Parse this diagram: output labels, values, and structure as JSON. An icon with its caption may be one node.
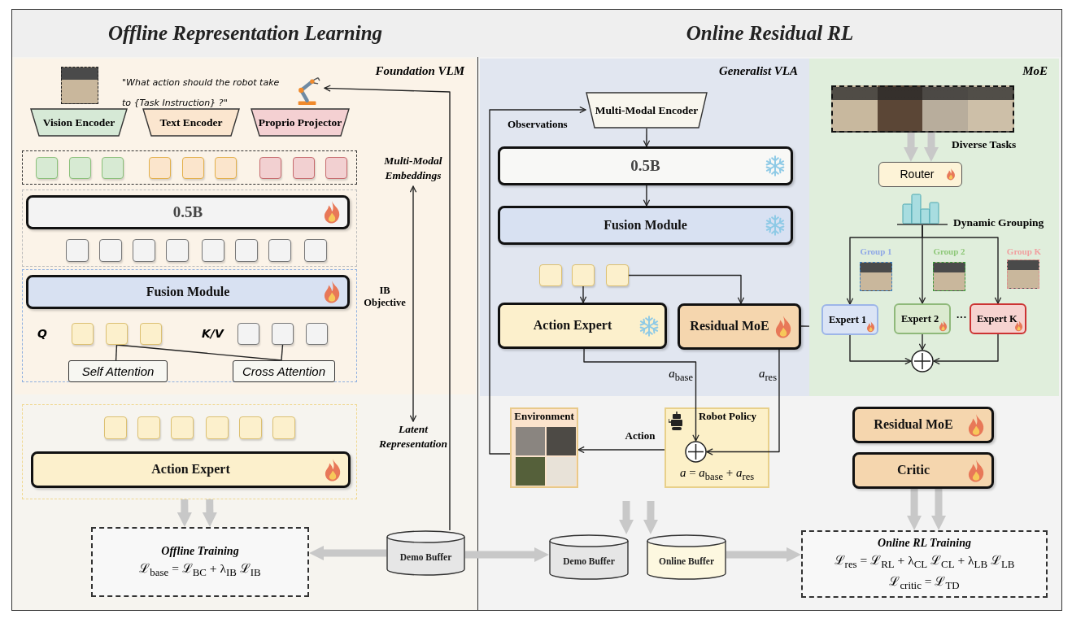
{
  "diagram": {
    "nodes": [
      {
        "text": [
          "Offline Representation Learning"
        ]
      },
      {
        "text": [
          "Foundation VLM"
        ],
        "in": 0
      },
      {
        "text": [],
        "shape": "picture",
        "in": 1
      },
      {
        "text": [
          "Vision Encoder"
        ],
        "in": 1
      },
      {
        "text": [
          "Text Encoder"
        ],
        "in": 1
      },
      {
        "text": [
          "Proprio Projector"
        ],
        "in": 1
      },
      {
        "text": [],
        "shape": "box",
        "in": 1
      },
      {
        "text": [
          "Multi-Modal Embeddings"
        ],
        "in": 1
      },
      {
        "text": [],
        "shape": "box",
        "in": 1
      },
      {
        "text": [
          "0.5B"
        ],
        "in": 8
      },
      {
        "text": [],
        "shape": "box",
        "in": 1
      },
      {
        "text": [
          "Fusion Module"
        ],
        "in": 10
      },
      {
        "text": [],
        "shape": "box",
        "in": 10
      },
      {
        "text": [],
        "shape": "box",
        "in": 10
      },
      {
        "text": [],
        "shape": "box",
        "in": 10
      },
      {
        "text": [],
        "shape": "box",
        "in": 10
      },
      {
        "text": [],
        "shape": "box",
        "in": 10
      },
      {
        "text": [],
        "shape": "box",
        "in": 10
      },
      {
        "text": [
          "Self Attention"
        ],
        "in": 10
      },
      {
        "text": [
          "Cross Attention"
        ],
        "in": 10
      },
      {
        "text": [],
        "shape": "box",
        "in": 0
      },
      {
        "text": [
          "Action Expert"
        ],
        "in": 20
      },
      {
        "text": [
          "Latent Representation"
        ],
        "in": 0
      },
      {
        "text": [
          "Offline Training",
          "ℒ$_{base}$ = ℒ$_{BC}$ + λ$_{IB}$ ℒ$_{IB}$"
        ],
        "in": 0
      },
      {
        "text": [
          "Demo Buffer"
        ],
        "in": 0
      },
      {
        "text": [
          "Online Residual RL"
        ]
      },
      {
        "text": [
          "Generalist VLA"
        ],
        "in": 25
      },
      {
        "text": [
          "Multi-Modal Encoder"
        ],
        "in": 26
      },
      {
        "text": [
          "0.5B"
        ],
        "in": 26
      },
      {
        "text": [
          "Fusion Module"
        ],
        "in": 26
      },
      {
        "text": [],
        "shape": "box",
        "in": 26
      },
      {
        "text": [],
        "shape": "box",
        "in": 26
      },
      {
        "text": [],
        "shape": "box",
        "in": 26
      },
      {
        "text": [
          "Action Expert"
        ],
        "in": 26
      },
      {
        "text": [
          "Residual MoE"
        ],
        "in": 26
      },
      {
        "text": [
          "MoE"
        ],
        "in": 25
      },
      {
        "text": [],
        "shape": "picture",
        "in": 35,
        "beside": [
          "Diverse Tasks"
        ]
      },
      {
        "text": [
          "Router"
        ],
        "in": 35
      },
      {
        "text": [],
        "shape": "picture",
        "in": 35,
        "beside": [
          "Dynamic Grouping"
        ]
      },
      {
        "text": [
          "Expert 1"
        ],
        "in": 35
      },
      {
        "text": [
          "Expert 2"
        ],
        "in": 35
      },
      {
        "text": [
          "Expert K"
        ],
        "in": 35
      },
      {
        "text": [],
        "shape": "circle",
        "in": 35
      },
      {
        "text": [
          "Environment"
        ],
        "in": 25
      },
      {
        "text": [
          "Robot Policy",
          "*a* = *a*$_{base}$ + *a*$_{res}$"
        ],
        "in": 25
      },
      {
        "text": [],
        "shape": "circle",
        "in": 44
      },
      {
        "text": [
          "Demo Buffer"
        ],
        "in": 25
      },
      {
        "text": [
          "Online Buffer"
        ],
        "in": 25
      },
      {
        "text": [
          "Residual MoE"
        ],
        "in": 25
      },
      {
        "text": [
          "Critic"
        ],
        "in": 25
      },
      {
        "text": [
          "Online RL Training",
          "ℒ$_{res}$ = ℒ$_{RL}$ + λ$_{CL}$ ℒ$_{CL}$ + λ$_{LB}$ ℒ$_{LB}$",
          "ℒ$_{critic}$ = ℒ$_{TD}$"
        ],
        "in": 25
      },
      {
        "text": [],
        "shape": "box",
        "in": 6
      },
      {
        "text": [],
        "shape": "box",
        "in": 6
      },
      {
        "text": [],
        "shape": "box",
        "in": 6
      },
      {
        "text": [],
        "shape": "box",
        "in": 6
      },
      {
        "text": [],
        "shape": "box",
        "in": 6
      },
      {
        "text": [],
        "shape": "box",
        "in": 6
      },
      {
        "text": [],
        "shape": "box",
        "in": 6
      },
      {
        "text": [],
        "shape": "box",
        "in": 6
      },
      {
        "text": [],
        "shape": "box",
        "in": 6
      },
      {
        "text": [],
        "shape": "box",
        "in": 8
      },
      {
        "text": [],
        "shape": "box",
        "in": 8
      },
      {
        "text": [],
        "shape": "box",
        "in": 8
      },
      {
        "text": [],
        "shape": "box",
        "in": 8
      },
      {
        "text": [],
        "shape": "box",
        "in": 8
      },
      {
        "text": [],
        "shape": "box",
        "in": 8
      },
      {
        "text": [],
        "shape": "box",
        "in": 8
      },
      {
        "text": [],
        "shape": "box",
        "in": 8
      },
      {
        "text": [],
        "shape": "box",
        "in": 20
      },
      {
        "text": [],
        "shape": "box",
        "in": 20
      },
      {
        "text": [],
        "shape": "box",
        "in": 20
      },
      {
        "text": [],
        "shape": "box",
        "in": 20
      },
      {
        "text": [],
        "shape": "box",
        "in": 20
      },
      {
        "text": [],
        "shape": "box",
        "in": 20
      }
    ],
    "edges": [
      {
        "from": 7,
        "to": 22,
        "arrow": "both",
        "label": "IB Objective"
      },
      {
        "from": 24,
        "to": 2,
        "arrow": "to"
      },
      {
        "from": 13,
        "to": 18,
        "arrow": "none"
      },
      {
        "from": 13,
        "to": 19,
        "arrow": "none"
      },
      {
        "from": 16,
        "to": 19,
        "arrow": "none"
      },
      {
        "from": 20,
        "to": 23,
        "arrow": "to",
        "style": "thick",
        "color": "#c8c8c8"
      },
      {
        "from": 20,
        "to": 23,
        "arrow": "to",
        "style": "thick",
        "color": "#c8c8c8"
      },
      {
        "from": 24,
        "to": 23,
        "arrow": "to",
        "style": "thick",
        "color": "#c8c8c8"
      },
      {
        "from": 24,
        "to": 46,
        "arrow": "to",
        "style": "thick",
        "color": "#c8c8c8"
      },
      {
        "from": 27,
        "to": 28,
        "arrow": "to"
      },
      {
        "from": 28,
        "to": 29,
        "arrow": "to"
      },
      {
        "from": 31,
        "to": 33,
        "arrow": "to"
      },
      {
        "from": 32,
        "to": 34,
        "arrow": "to"
      },
      {
        "from": 33,
        "to": 45,
        "arrow": "to",
        "label": "*a*$_{base}$"
      },
      {
        "from": 34,
        "to": 45,
        "arrow": "to",
        "label": "*a*$_{res}$"
      },
      {
        "from": 44,
        "to": 43,
        "arrow": "to",
        "label": "Action"
      },
      {
        "from": 43,
        "to": 27,
        "arrow": "to",
        "label": "Observations"
      },
      {
        "from": 34,
        "to": 35,
        "arrow": "none"
      },
      {
        "from": 36,
        "to": 37,
        "arrow": "to",
        "style": "thick",
        "color": "#c8c8c8"
      },
      {
        "from": 36,
        "to": 37,
        "arrow": "to",
        "style": "thick",
        "color": "#c8c8c8"
      },
      {
        "from": 38,
        "to": 39,
        "arrow": "to"
      },
      {
        "from": 38,
        "to": 40,
        "arrow": "to"
      },
      {
        "from": 38,
        "to": 41,
        "arrow": "to"
      },
      {
        "from": 39,
        "to": 42,
        "arrow": "to"
      },
      {
        "from": 40,
        "to": 42,
        "arrow": "to"
      },
      {
        "from": 41,
        "to": 42,
        "arrow": "to"
      },
      {
        "from": null,
        "to": 46,
        "arrow": "to",
        "style": "thick",
        "color": "#c8c8c8"
      },
      {
        "from": null,
        "to": 47,
        "arrow": "to",
        "style": "thick",
        "color": "#c8c8c8"
      },
      {
        "from": 47,
        "to": 50,
        "arrow": "to",
        "style": "thick",
        "color": "#c8c8c8"
      },
      {
        "from": 49,
        "to": 50,
        "arrow": "to",
        "style": "thick",
        "color": "#c8c8c8"
      },
      {
        "from": 49,
        "to": 50,
        "arrow": "to",
        "style": "thick",
        "color": "#c8c8c8"
      }
    ],
    "labels": [
      "\"What action should the robot take to {Task Instruction} ?\"",
      "Q",
      "K/V",
      "Group 1",
      "Group 2",
      "Group K",
      "···"
    ]
  }
}
